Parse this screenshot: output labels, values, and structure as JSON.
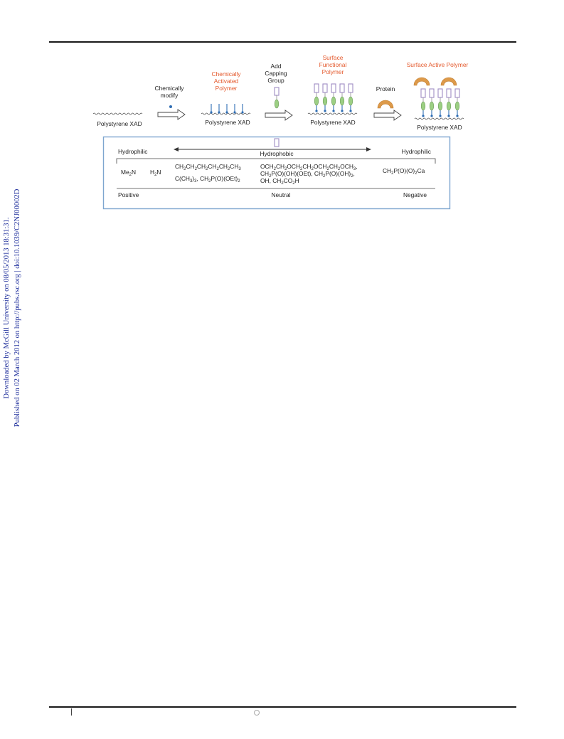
{
  "side_stamp": {
    "line1": "Downloaded by McGill University on 08/05/2013 18:31:31.",
    "line2": "Published on 02 March 2012 on http://pubs.rsc.org | doi:10.1039/C2NJ00002D"
  },
  "figure": {
    "top": {
      "chem_modify": [
        "Chemically",
        "modify"
      ],
      "activated": [
        "Chemically",
        "Activated",
        "Polymer"
      ],
      "capping": [
        "Add",
        "Capping",
        "Group"
      ],
      "functional": [
        "Surface",
        "Functional",
        "Polymer"
      ],
      "protein": "Protein",
      "surface_active": "Surface Active Polymer",
      "xad": "Polystyrene XAD"
    },
    "table": {
      "hydrophilic_left": "Hydrophilic",
      "hydrophobic": "Hydrophobic",
      "hydrophilic_right": "Hydrophilic",
      "positive": "Positive",
      "neutral": "Neutral",
      "negative": "Negative"
    }
  },
  "colors": {
    "accent": "#e4582b",
    "box_border": "#7ea6cf",
    "cap": "#9e8cc4",
    "linker": "#9ccf83",
    "stem": "#2f6db3",
    "protein": "#dd9a4a",
    "stamp": "#1f2f9c"
  }
}
